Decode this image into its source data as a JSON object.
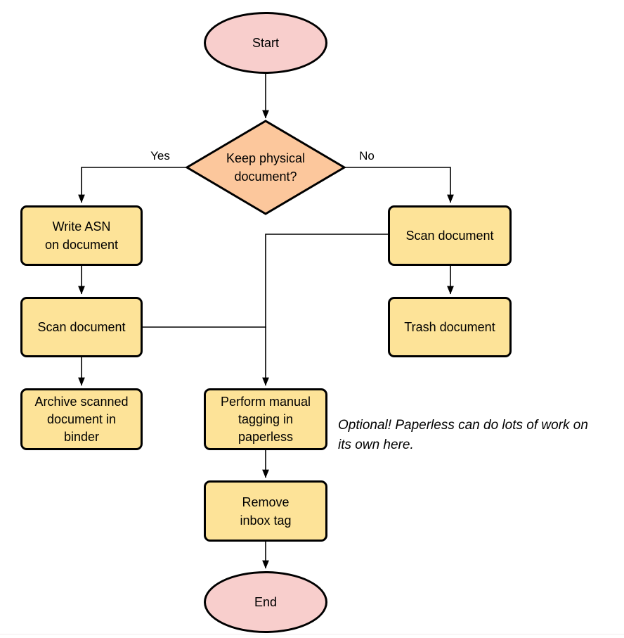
{
  "colors": {
    "pink": "#F8CECC",
    "orange": "#FCC79C",
    "yellow": "#FDE398",
    "stroke": "#000000"
  },
  "nodes": {
    "start": {
      "label": "Start"
    },
    "decision": {
      "label": "Keep physical\ndocument?"
    },
    "write_asn": {
      "label": "Write ASN\non document"
    },
    "scan_left": {
      "label": "Scan document"
    },
    "archive": {
      "label": "Archive scanned\ndocument in\nbinder"
    },
    "scan_right": {
      "label": "Scan document"
    },
    "trash": {
      "label": "Trash document"
    },
    "tagging": {
      "label": "Perform manual\ntagging in\npaperless"
    },
    "remove_inbox": {
      "label": "Remove\ninbox tag"
    },
    "end": {
      "label": "End"
    }
  },
  "edge_labels": {
    "yes": "Yes",
    "no": "No"
  },
  "note": {
    "text": "Optional! Paperless can do lots of work on\nits own here."
  }
}
